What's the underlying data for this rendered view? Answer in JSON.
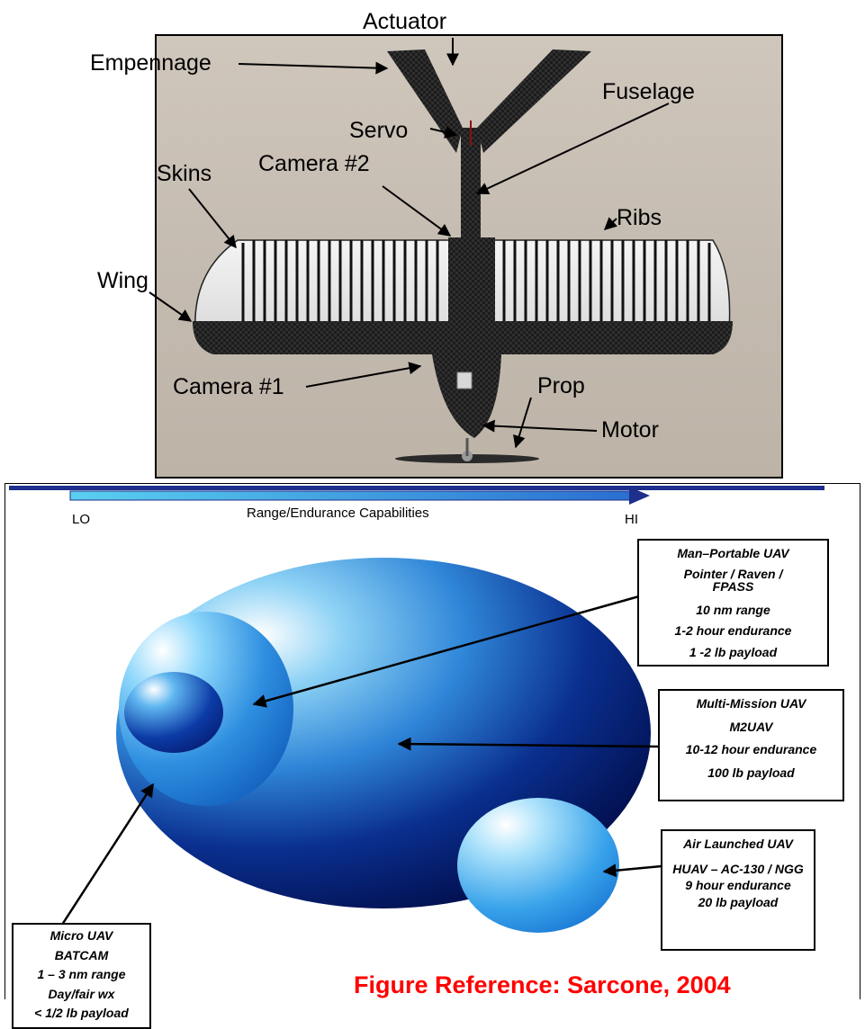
{
  "photo": {
    "labels": {
      "actuator": "Actuator",
      "empennage": "Empennage",
      "fuselage": "Fuselage",
      "servo": "Servo",
      "camera2": "Camera #2",
      "skins": "Skins",
      "ribs": "Ribs",
      "wing": "Wing",
      "camera1": "Camera #1",
      "prop": "Prop",
      "motor": "Motor"
    }
  },
  "capability": {
    "axis_title": "Range/Endurance Capabilities",
    "low": "LO",
    "high": "HI",
    "colors": {
      "bar": "#1e2f8c",
      "arrow_fill": "#5ad0f0",
      "arrow_head": "#1e2f8c",
      "reference": "#ff0000"
    },
    "boxes": {
      "man_portable": {
        "title": "Man–Portable UAV",
        "name": "Pointer / Raven / FPASS",
        "range": "10 nm range",
        "endurance": "1-2 hour endurance",
        "payload": "1 -2 lb payload"
      },
      "multi_mission": {
        "title": "Multi-Mission UAV",
        "name": "M2UAV",
        "endurance": "10-12 hour endurance",
        "payload": "100 lb payload"
      },
      "air_launched": {
        "title": "Air Launched UAV",
        "name": "HUAV – AC-130 / NGG",
        "endurance": "9 hour endurance",
        "payload": "20 lb payload"
      },
      "micro": {
        "title": "Micro UAV",
        "name": "BATCAM",
        "range": "1 – 3 nm range",
        "weather": "Day/fair wx",
        "payload": "< 1/2 lb payload"
      }
    },
    "reference": "Figure Reference: Sarcone, 2004"
  }
}
